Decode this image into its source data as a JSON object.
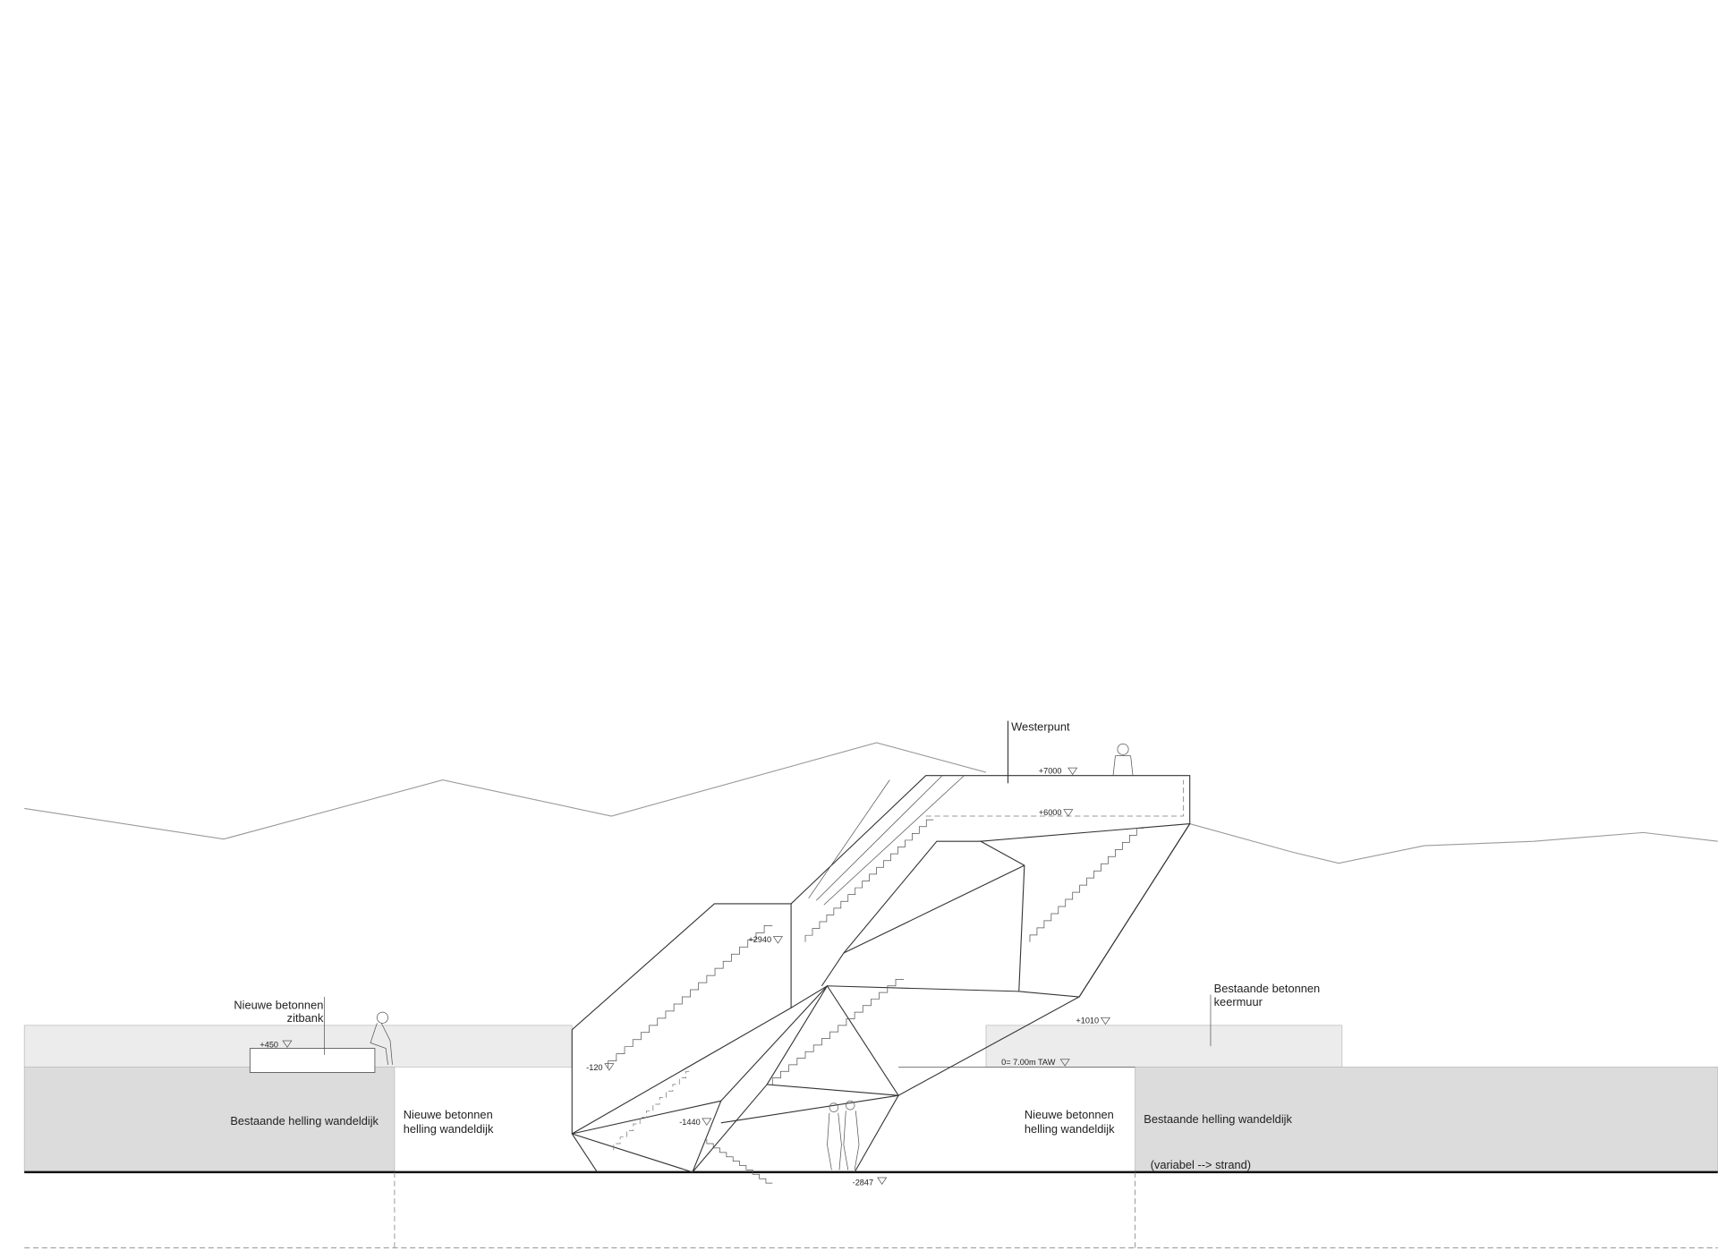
{
  "title": "Westerpunt",
  "levels": {
    "top": "+7000",
    "upper": "+6000",
    "mid": "+2940",
    "bench": "+450",
    "wall": "+1010",
    "zero": "0= 7.00m TAW",
    "entry": "-120",
    "landing": "-1440",
    "bottom": "-2847"
  },
  "labels": {
    "bench_line1": "Nieuwe betonnen",
    "bench_line2": "zitbank",
    "wall_line1": "Bestaande betonnen",
    "wall_line2": "keermuur",
    "left_existing": "Bestaande helling wandeldijk",
    "left_new_line1": "Nieuwe betonnen",
    "left_new_line2": "helling wandeldijk",
    "right_new_line1": "Nieuwe betonnen",
    "right_new_line2": "helling wandeldijk",
    "right_existing": "Bestaande helling wandeldijk",
    "variable": "(variabel --> strand)"
  },
  "colors": {
    "band_light": "#ececec",
    "band_dark": "#dcdcdc",
    "line": "#333333"
  }
}
